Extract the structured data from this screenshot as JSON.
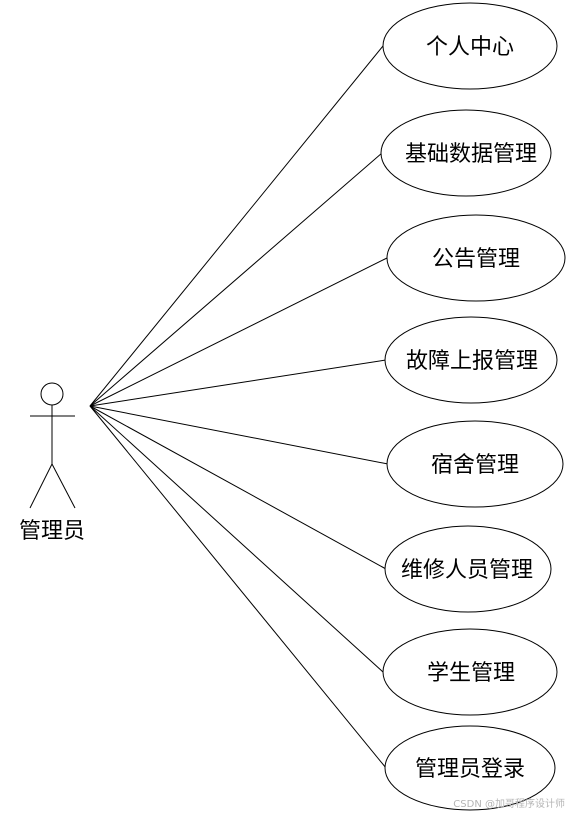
{
  "actor": {
    "label": "管理员"
  },
  "use_cases": [
    "个人中心",
    "基础数据管理",
    "公告管理",
    "故障上报管理",
    "宿舍管理",
    "维修人员管理",
    "学生管理",
    "管理员登录"
  ],
  "watermark": "CSDN @加哥程序设计师",
  "colors": {
    "stroke": "#000000",
    "background": "#ffffff",
    "watermark": "#b5b5b5"
  }
}
